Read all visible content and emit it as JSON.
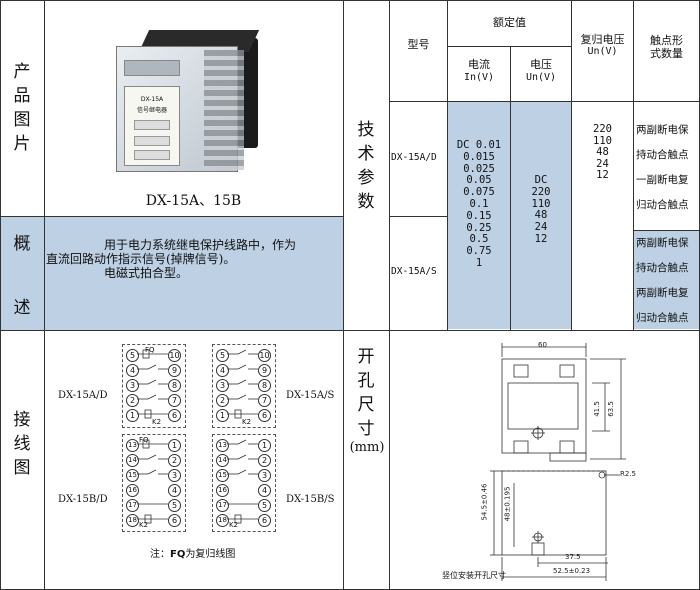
{
  "labels": {
    "product_image": [
      "产",
      "品",
      "图",
      "片"
    ],
    "overview": [
      "概",
      "述"
    ],
    "wiring": [
      "接",
      "线",
      "图"
    ],
    "tech_params": [
      "技",
      "术",
      "参",
      "数"
    ],
    "cutout": [
      "开",
      "孔",
      "尺",
      "寸"
    ],
    "cutout_unit": "(mm)"
  },
  "product": {
    "model_caption": "DX-15A、15B",
    "face_label_1": "DX-15A",
    "face_label_2": "信号继电器"
  },
  "overview": {
    "line1": "用于电力系统继电保护线路中，作为",
    "line2": "直流回路动作指示信号(掉牌信号)。",
    "line3": "电磁式拍合型。"
  },
  "params": {
    "header_model": "型号",
    "header_rated": "额定值",
    "header_current": "电流",
    "header_current_unit": "In(V)",
    "header_voltage": "电压",
    "header_voltage_unit": "Un(V)",
    "header_reset": "复归电压",
    "header_reset_unit": "Un(V)",
    "header_contacts": "触点形",
    "header_contacts2": "式数量",
    "model_d": "DX-15A/D",
    "model_s": "DX-15A/S",
    "currents": [
      "DC 0.01",
      "0.015",
      "0.025",
      "0.05",
      "0.075",
      "0.1",
      "0.15",
      "0.25",
      "0.5",
      "0.75",
      "1"
    ],
    "voltages": [
      "DC",
      "220",
      "110",
      "48",
      "24",
      "12"
    ],
    "reset_voltages": [
      "220",
      "110",
      "48",
      "24",
      "12"
    ],
    "contacts_d": [
      "两副断电保",
      "持动合触点",
      "一副断电复",
      "归动合触点"
    ],
    "contacts_s": [
      "两副断电保",
      "持动合触点",
      "两副断电复",
      "归动合触点"
    ]
  },
  "wiring": {
    "diagrams": [
      {
        "name": "DX-15A/D",
        "fq": "FQ",
        "k": "K2",
        "left": [
          "5",
          "4",
          "3",
          "2",
          "1"
        ],
        "right": [
          "10",
          "9",
          "8",
          "7",
          "6"
        ]
      },
      {
        "name": "DX-15A/S",
        "fq": "",
        "k": "K2",
        "left": [
          "5",
          "4",
          "3",
          "2",
          "1"
        ],
        "right": [
          "10",
          "9",
          "8",
          "7",
          "6"
        ]
      },
      {
        "name": "DX-15B/D",
        "fq": "FQ",
        "k": "K2",
        "left": [
          "13",
          "14",
          "15",
          "16",
          "17",
          "18"
        ],
        "right": [
          "1",
          "2",
          "3",
          "4",
          "5",
          "6"
        ]
      },
      {
        "name": "DX-15B/S",
        "fq": "",
        "k": "K2",
        "left": [
          "13",
          "14",
          "15",
          "16",
          "17",
          "18"
        ],
        "right": [
          "1",
          "2",
          "3",
          "4",
          "5",
          "6"
        ]
      }
    ],
    "note_prefix": "注：",
    "note_fq": "FQ",
    "note_suffix": "为复归线图"
  },
  "cutout": {
    "dim_60": "60",
    "dim_41_5": "41.5",
    "dim_63_5": "63.5",
    "dim_r2_5": "R2.5",
    "dim_54_5": "54.5±0.46",
    "dim_48": "48±0.195",
    "dim_37_5": "37.5",
    "dim_52_5": "52.5±0.23",
    "caption": "竖位安装开孔尺寸"
  }
}
